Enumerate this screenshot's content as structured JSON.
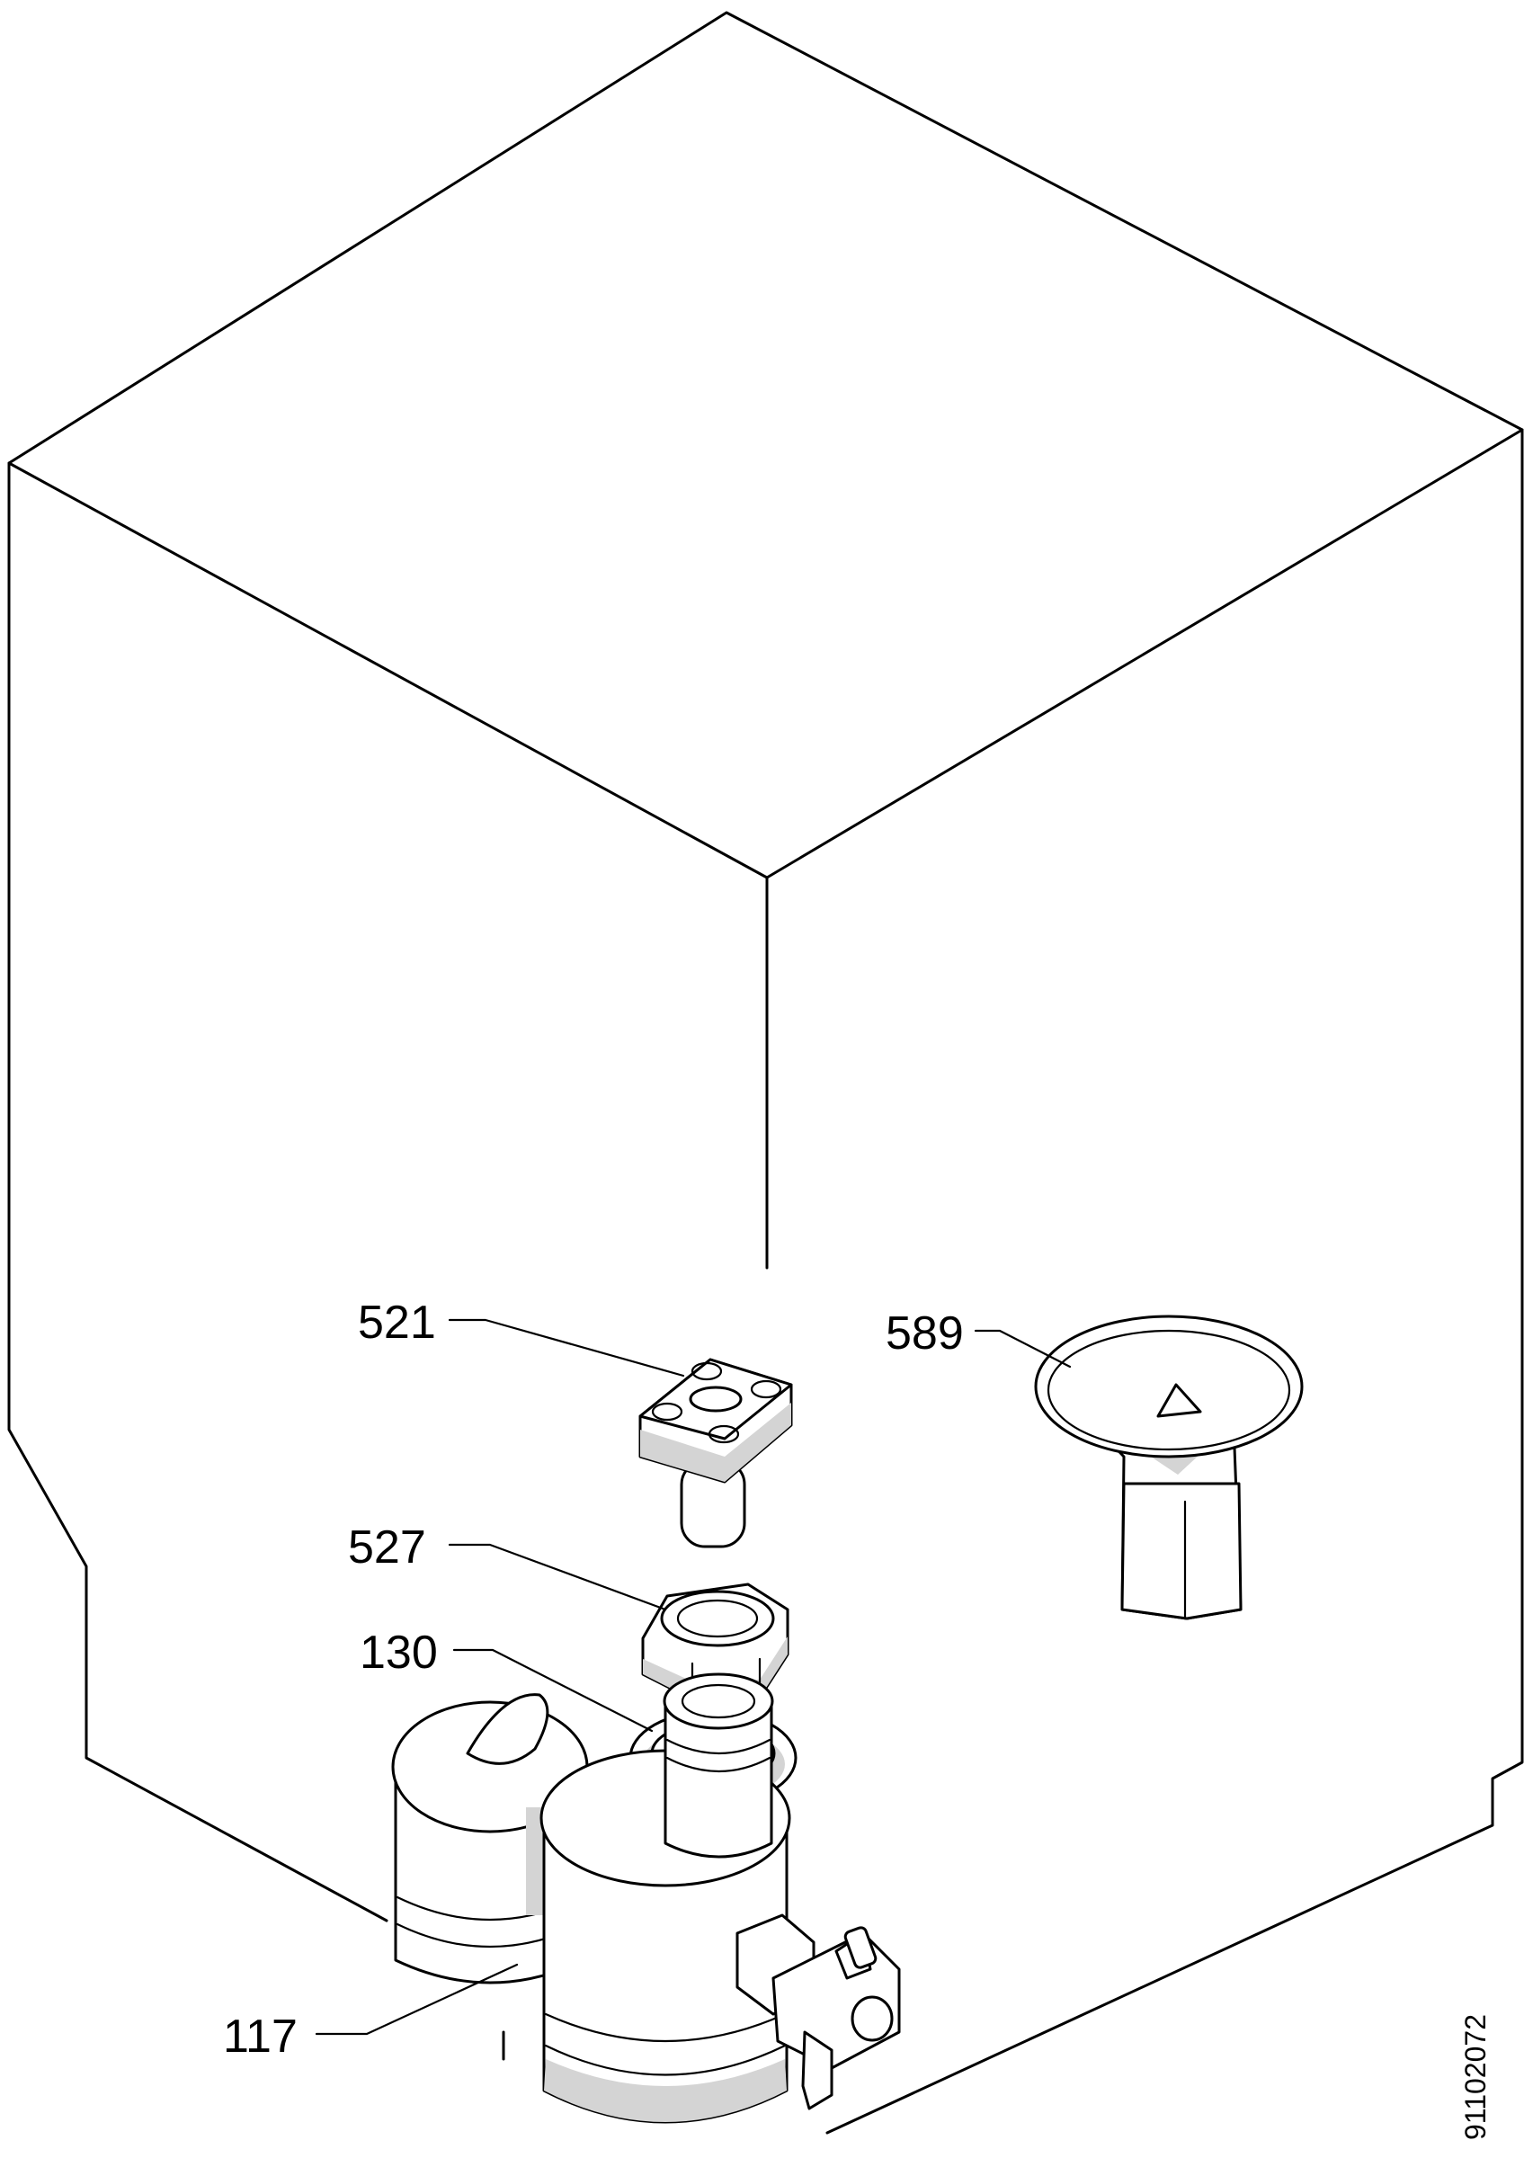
{
  "diagram": {
    "parts": [
      {
        "id": "label-521",
        "text": "521"
      },
      {
        "id": "label-527",
        "text": "527"
      },
      {
        "id": "label-130",
        "text": "130"
      },
      {
        "id": "label-117",
        "text": "117"
      },
      {
        "id": "label-589",
        "text": "589"
      }
    ],
    "drawing_id": "91102072",
    "colors": {
      "line": "#000000",
      "background": "#ffffff"
    }
  }
}
